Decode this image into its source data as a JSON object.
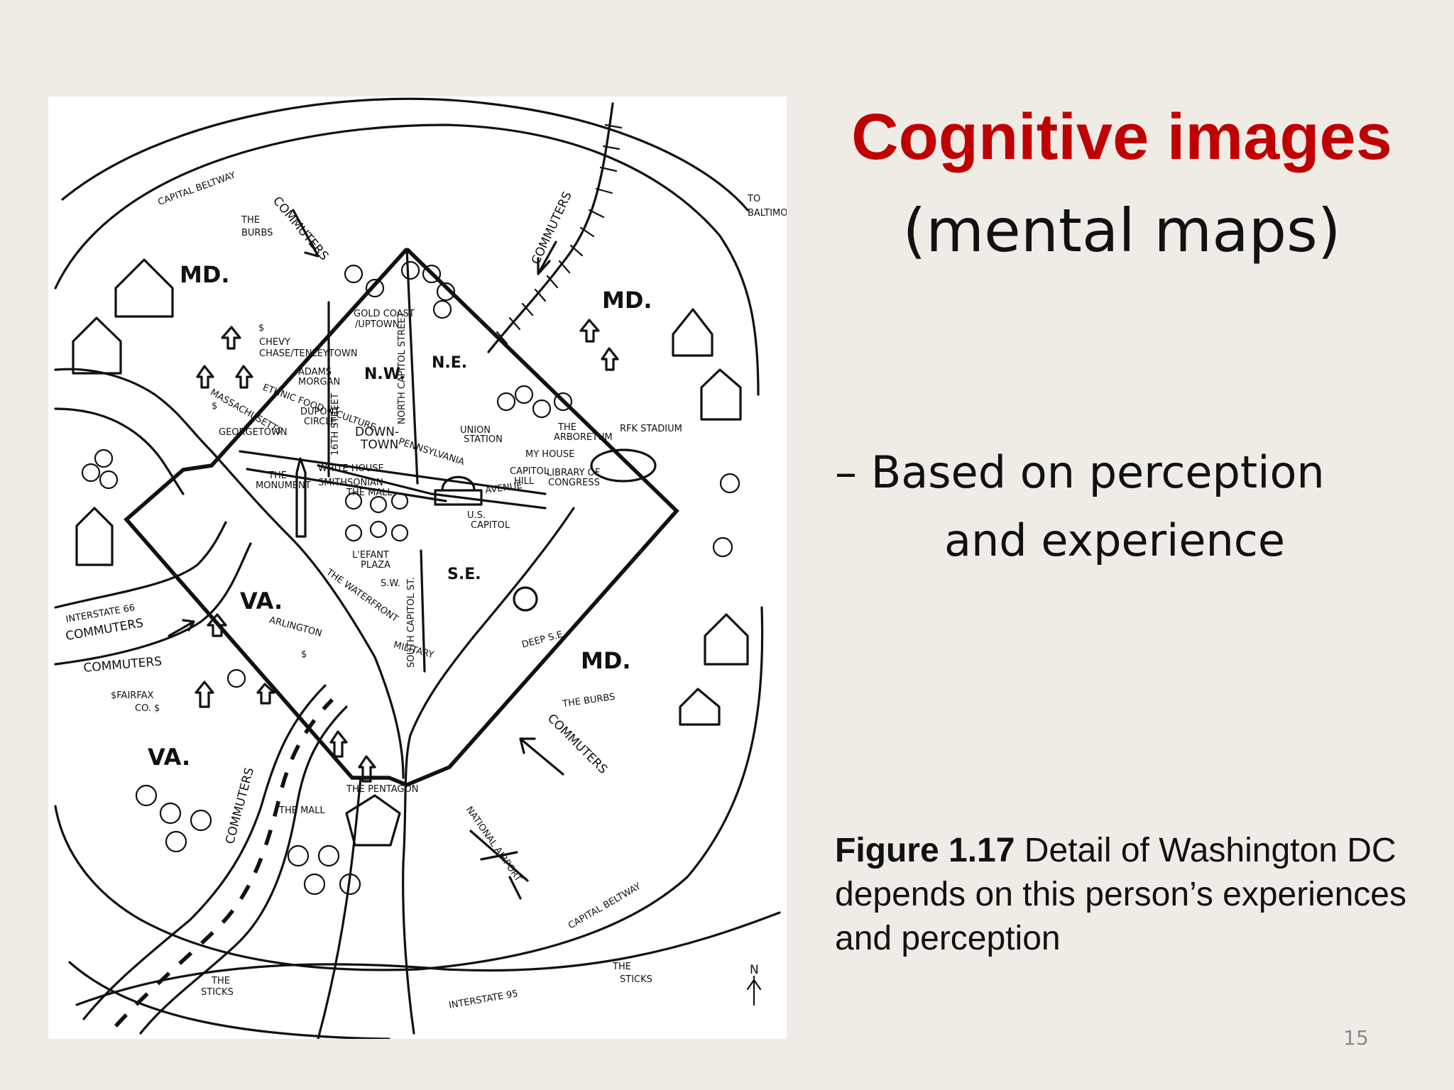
{
  "slide": {
    "title": "Cognitive images",
    "subtitle": "(mental maps)",
    "bullet_dash": "–",
    "bullet_line1": "Based on perception",
    "bullet_line2": "and experience",
    "caption_label": "Figure 1.17",
    "caption_text": " Detail of Washington DC depends on this person’s experiences and perception",
    "page_number": "15"
  },
  "map": {
    "labels": {
      "capital_beltway_top": "CAPITAL BELTWAY",
      "capital_beltway_bottom": "CAPITAL BELTWAY",
      "to_baltimore_1": "TO",
      "to_baltimore_2": "BALTIMORE",
      "the_burbs_1": "THE",
      "the_burbs_2": "BURBS",
      "commuters_nw": "COMMUTERS",
      "commuters_ne": "COMMUTERS",
      "commuters_se": "COMMUTERS",
      "commuters_va": "COMMUTERS",
      "commuters_i66a": "COMMUTERS",
      "commuters_i66b": "COMMUTERS",
      "md_nw": "MD.",
      "md_ne": "MD.",
      "md_se": "MD.",
      "va_inner": "VA.",
      "va_outer": "VA.",
      "nw": "N.W.",
      "ne": "N.E.",
      "se": "S.E.",
      "sw": "S.W.",
      "gold_coast_1": "GOLD COAST",
      "gold_coast_2": "/UPTOWN",
      "chevy_chase_1": "CHEVY",
      "chevy_chase_2": "CHASE/TENLEYTOWN",
      "adams_morgan_1": "ADAMS",
      "adams_morgan_2": "MORGAN",
      "ethnic_food": "ETHNIC FOOD + CULTURE",
      "massachusetts": "MASSACHUSETTS",
      "dupont_circle_1": "DUPONT",
      "dupont_circle_2": "CIRCLE",
      "georgetown": "GEORGETOWN",
      "sixteenth": "16TH STREET",
      "north_capitol": "NORTH CAPITOL STREET",
      "downtown_1": "DOWN-",
      "downtown_2": "TOWN",
      "union_station_1": "UNION",
      "union_station_2": "STATION",
      "arboretum_1": "THE",
      "arboretum_2": "ARBORETUM",
      "rfk": "RFK STADIUM",
      "white_house": "WHITE HOUSE",
      "pennsylvania": "PENNSYLVANIA",
      "avenue": "AVENUE",
      "my_house": "MY HOUSE",
      "capitol_hill_1": "CAPITOL",
      "capitol_hill_2": "HILL",
      "library_1": "LIBRARY OF",
      "library_2": "CONGRESS",
      "monument_1": "THE",
      "monument_2": "MONUMENT",
      "smithsonian": "SMITHSONIAN",
      "the_mall": "THE MALL",
      "us_capitol_1": "U.S.",
      "us_capitol_2": "CAPITOL",
      "lenfant_1": "L'EFANT",
      "lenfant_2": "PLAZA",
      "waterfront": "THE WATERFRONT",
      "south_capitol": "SOUTH CAPITOL ST.",
      "military": "MILITARY",
      "deep_se": "DEEP S.E.",
      "arlington": "ARLINGTON",
      "interstate66_1": "INTERSTATE 66",
      "fairfax_1": "$FAIRFAX",
      "fairfax_2": "CO. $",
      "the_burbs_se": "THE BURBS",
      "pentagon": "THE PENTAGON",
      "the_mall_va": "THE MALL",
      "national_airport": "NATIONAL AIRPORT",
      "the_sticks_left_1": "THE",
      "the_sticks_left_2": "STICKS",
      "the_sticks_right_1": "THE",
      "the_sticks_right_2": "STICKS",
      "interstate95": "INTERSTATE 95",
      "north": "N",
      "dollar": "$"
    }
  }
}
